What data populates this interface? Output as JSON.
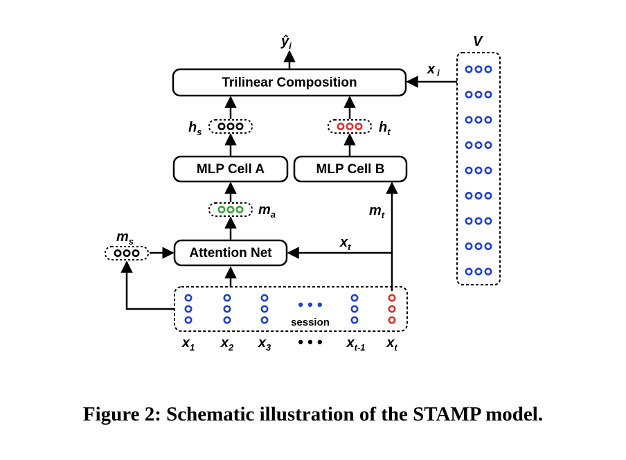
{
  "boxes": {
    "trilinear": "Trilinear Composition",
    "mlp_a": "MLP Cell A",
    "mlp_b": "MLP Cell B",
    "attention": "Attention Net"
  },
  "vars": {
    "y_hat": "ŷ",
    "y_sub": "i",
    "V": "V",
    "x_i": "x",
    "x_i_sub": "i",
    "h_s": "h",
    "h_s_sub": "s",
    "h_t": "h",
    "h_t_sub": "t",
    "m_a": "m",
    "m_a_sub": "a",
    "m_t": "m",
    "m_t_sub": "t",
    "m_s": "m",
    "m_s_sub": "s",
    "x_t_arrow": "x",
    "x_t_arrow_sub": "t"
  },
  "session": {
    "label": "session",
    "ellipsis": "• • •",
    "inputs": [
      {
        "base": "x",
        "sub": "1"
      },
      {
        "base": "x",
        "sub": "2"
      },
      {
        "base": "x",
        "sub": "3"
      },
      {
        "base": "• • •",
        "sub": ""
      },
      {
        "base": "x",
        "sub": "t-1"
      },
      {
        "base": "x",
        "sub": "t"
      }
    ]
  },
  "colors": {
    "blue": "#1f3fd8",
    "red": "#e0302a",
    "green": "#3aa33a",
    "black": "#000000"
  },
  "caption": "Figure 2: Schematic illustration of the STAMP model."
}
